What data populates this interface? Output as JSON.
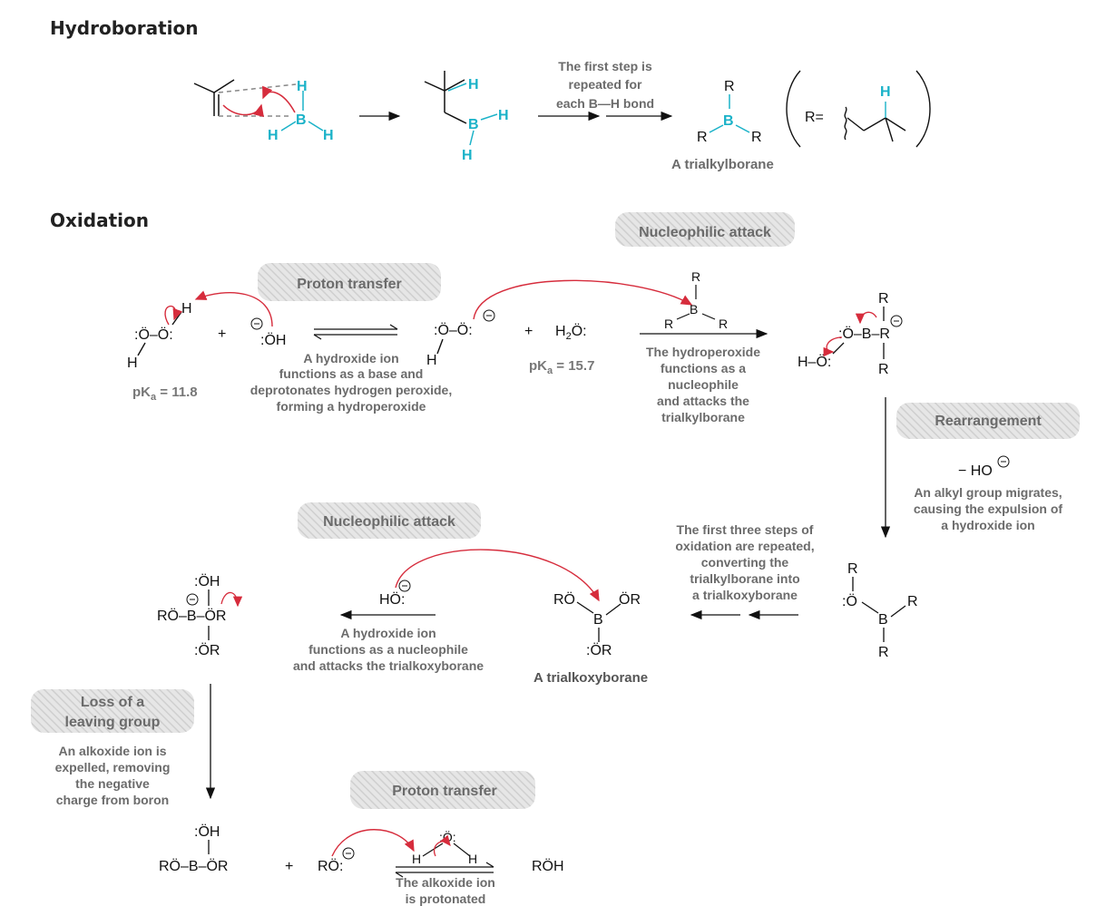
{
  "sections": {
    "hydroboration": "Hydroboration",
    "oxidation": "Oxidation"
  },
  "hydro": {
    "step_caption": [
      "The first step is",
      "repeated for",
      "each B—H bond"
    ],
    "trialkylborane": "A trialkylborane",
    "r_def": "R="
  },
  "badges": {
    "proton_transfer_1": "Proton transfer",
    "nucleophilic_attack_1": "Nucleophilic attack",
    "rearrangement": "Rearrangement",
    "nucleophilic_attack_2": "Nucleophilic attack",
    "loss_leaving_group": [
      "Loss of a",
      "leaving group"
    ],
    "proton_transfer_2": "Proton transfer"
  },
  "captions": {
    "deprotonate": [
      "A hydroxide ion",
      "functions as a base and",
      "deprotonates hydrogen peroxide,",
      "forming a hydroperoxide"
    ],
    "attack": [
      "The hydroperoxide",
      "functions as a",
      "nucleophile",
      "and attacks the",
      "trialkylborane"
    ],
    "migrate": [
      "An alkyl group migrates,",
      "causing the expulsion of",
      "a hydroxide ion"
    ],
    "repeat": [
      "The first three steps of",
      "oxidation are repeated,",
      "converting the",
      "trialkylborane into",
      "a trialkoxyborane"
    ],
    "hydroxide_nuc": [
      "A hydroxide ion",
      "functions as a nucleophile",
      "and attacks the trialkoxyborane"
    ],
    "expel": [
      "An alkoxide ion is",
      "expelled, removing",
      "the negative",
      "charge from boron"
    ],
    "protonated": [
      "The alkoxide ion",
      "is protonated"
    ]
  },
  "pka": {
    "h2o2": "pK",
    "h2o2_val": " = 11.8",
    "water": "pK",
    "water_val": " = 15.7",
    "sub": "a"
  },
  "labels": {
    "minus_ho": "− HO",
    "trialkoxyborane": "A trialkoxyborane"
  },
  "colors": {
    "accent": "#1ab2c8",
    "arrow": "#d62c3c",
    "badge": "#d9d9d9",
    "text": "#6b6b6b"
  }
}
